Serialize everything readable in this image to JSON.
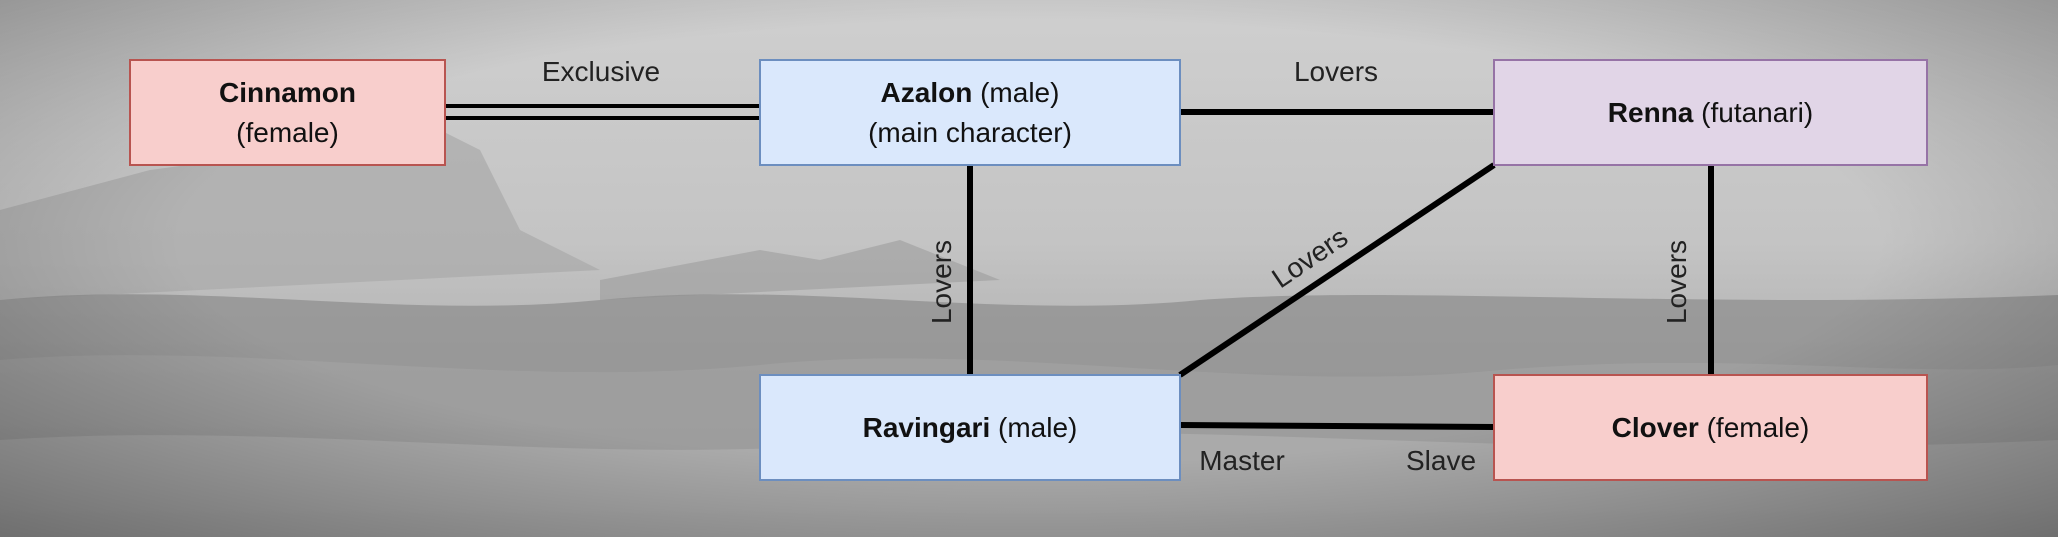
{
  "nodes": {
    "cinnamon": {
      "name": "Cinnamon",
      "note": "(female)"
    },
    "azalon": {
      "name": "Azalon",
      "note": "(male)",
      "note2": "(main character)"
    },
    "renna": {
      "name": "Renna",
      "note": "(futanari)"
    },
    "ravingari": {
      "name": "Ravingari",
      "note": "(male)"
    },
    "clover": {
      "name": "Clover",
      "note": "(female)"
    }
  },
  "edges": {
    "cinnamon_azalon": "Exclusive",
    "azalon_renna": "Lovers",
    "azalon_ravingari": "Lovers",
    "renna_ravingari": "Lovers",
    "renna_clover": "Lovers",
    "ravingari_master": "Master",
    "clover_slave": "Slave"
  },
  "colors": {
    "female_fill": "#f8cecc",
    "male_fill": "#dae8fc",
    "futanari_fill": "#e1d5e7",
    "edge": "#000000"
  }
}
